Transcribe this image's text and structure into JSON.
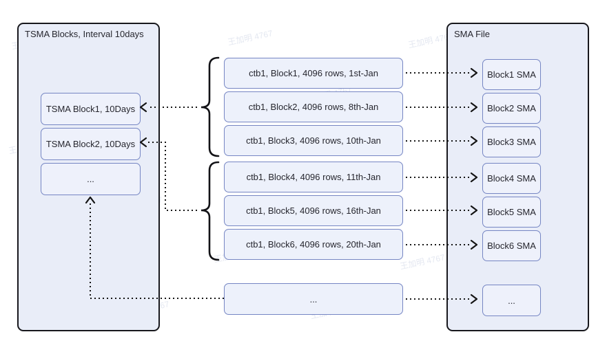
{
  "diagram": {
    "left_panel": {
      "title": "TSMA Blocks, Interval 10days",
      "blocks": [
        {
          "label": "TSMA Block1, 10Days"
        },
        {
          "label": "TSMA Block2, 10Days"
        },
        {
          "label": "..."
        }
      ]
    },
    "middle": {
      "blocks": [
        {
          "label": "ctb1, Block1, 4096 rows, 1st-Jan"
        },
        {
          "label": "ctb1, Block2, 4096 rows, 8th-Jan"
        },
        {
          "label": "ctb1, Block3, 4096 rows, 10th-Jan"
        },
        {
          "label": "ctb1, Block4, 4096 rows, 11th-Jan"
        },
        {
          "label": "ctb1, Block5, 4096 rows, 16th-Jan"
        },
        {
          "label": "ctb1, Block6, 4096 rows, 20th-Jan"
        },
        {
          "label": "..."
        }
      ]
    },
    "right_panel": {
      "title": "SMA File",
      "blocks": [
        {
          "label": "Block1 SMA"
        },
        {
          "label": "Block2 SMA"
        },
        {
          "label": "Block3 SMA"
        },
        {
          "label": "Block4 SMA"
        },
        {
          "label": "Block5 SMA"
        },
        {
          "label": "Block6 SMA"
        },
        {
          "label": "..."
        }
      ]
    },
    "watermark": {
      "text": "王加明 4767"
    },
    "colors": {
      "panel_fill": "#e9edf8",
      "panel_border": "#17171c",
      "box_fill": "#eef1fb",
      "box_border": "#7585c3",
      "text": "#26262e",
      "connector": "#141414",
      "watermark": "#c9d0e3"
    }
  }
}
